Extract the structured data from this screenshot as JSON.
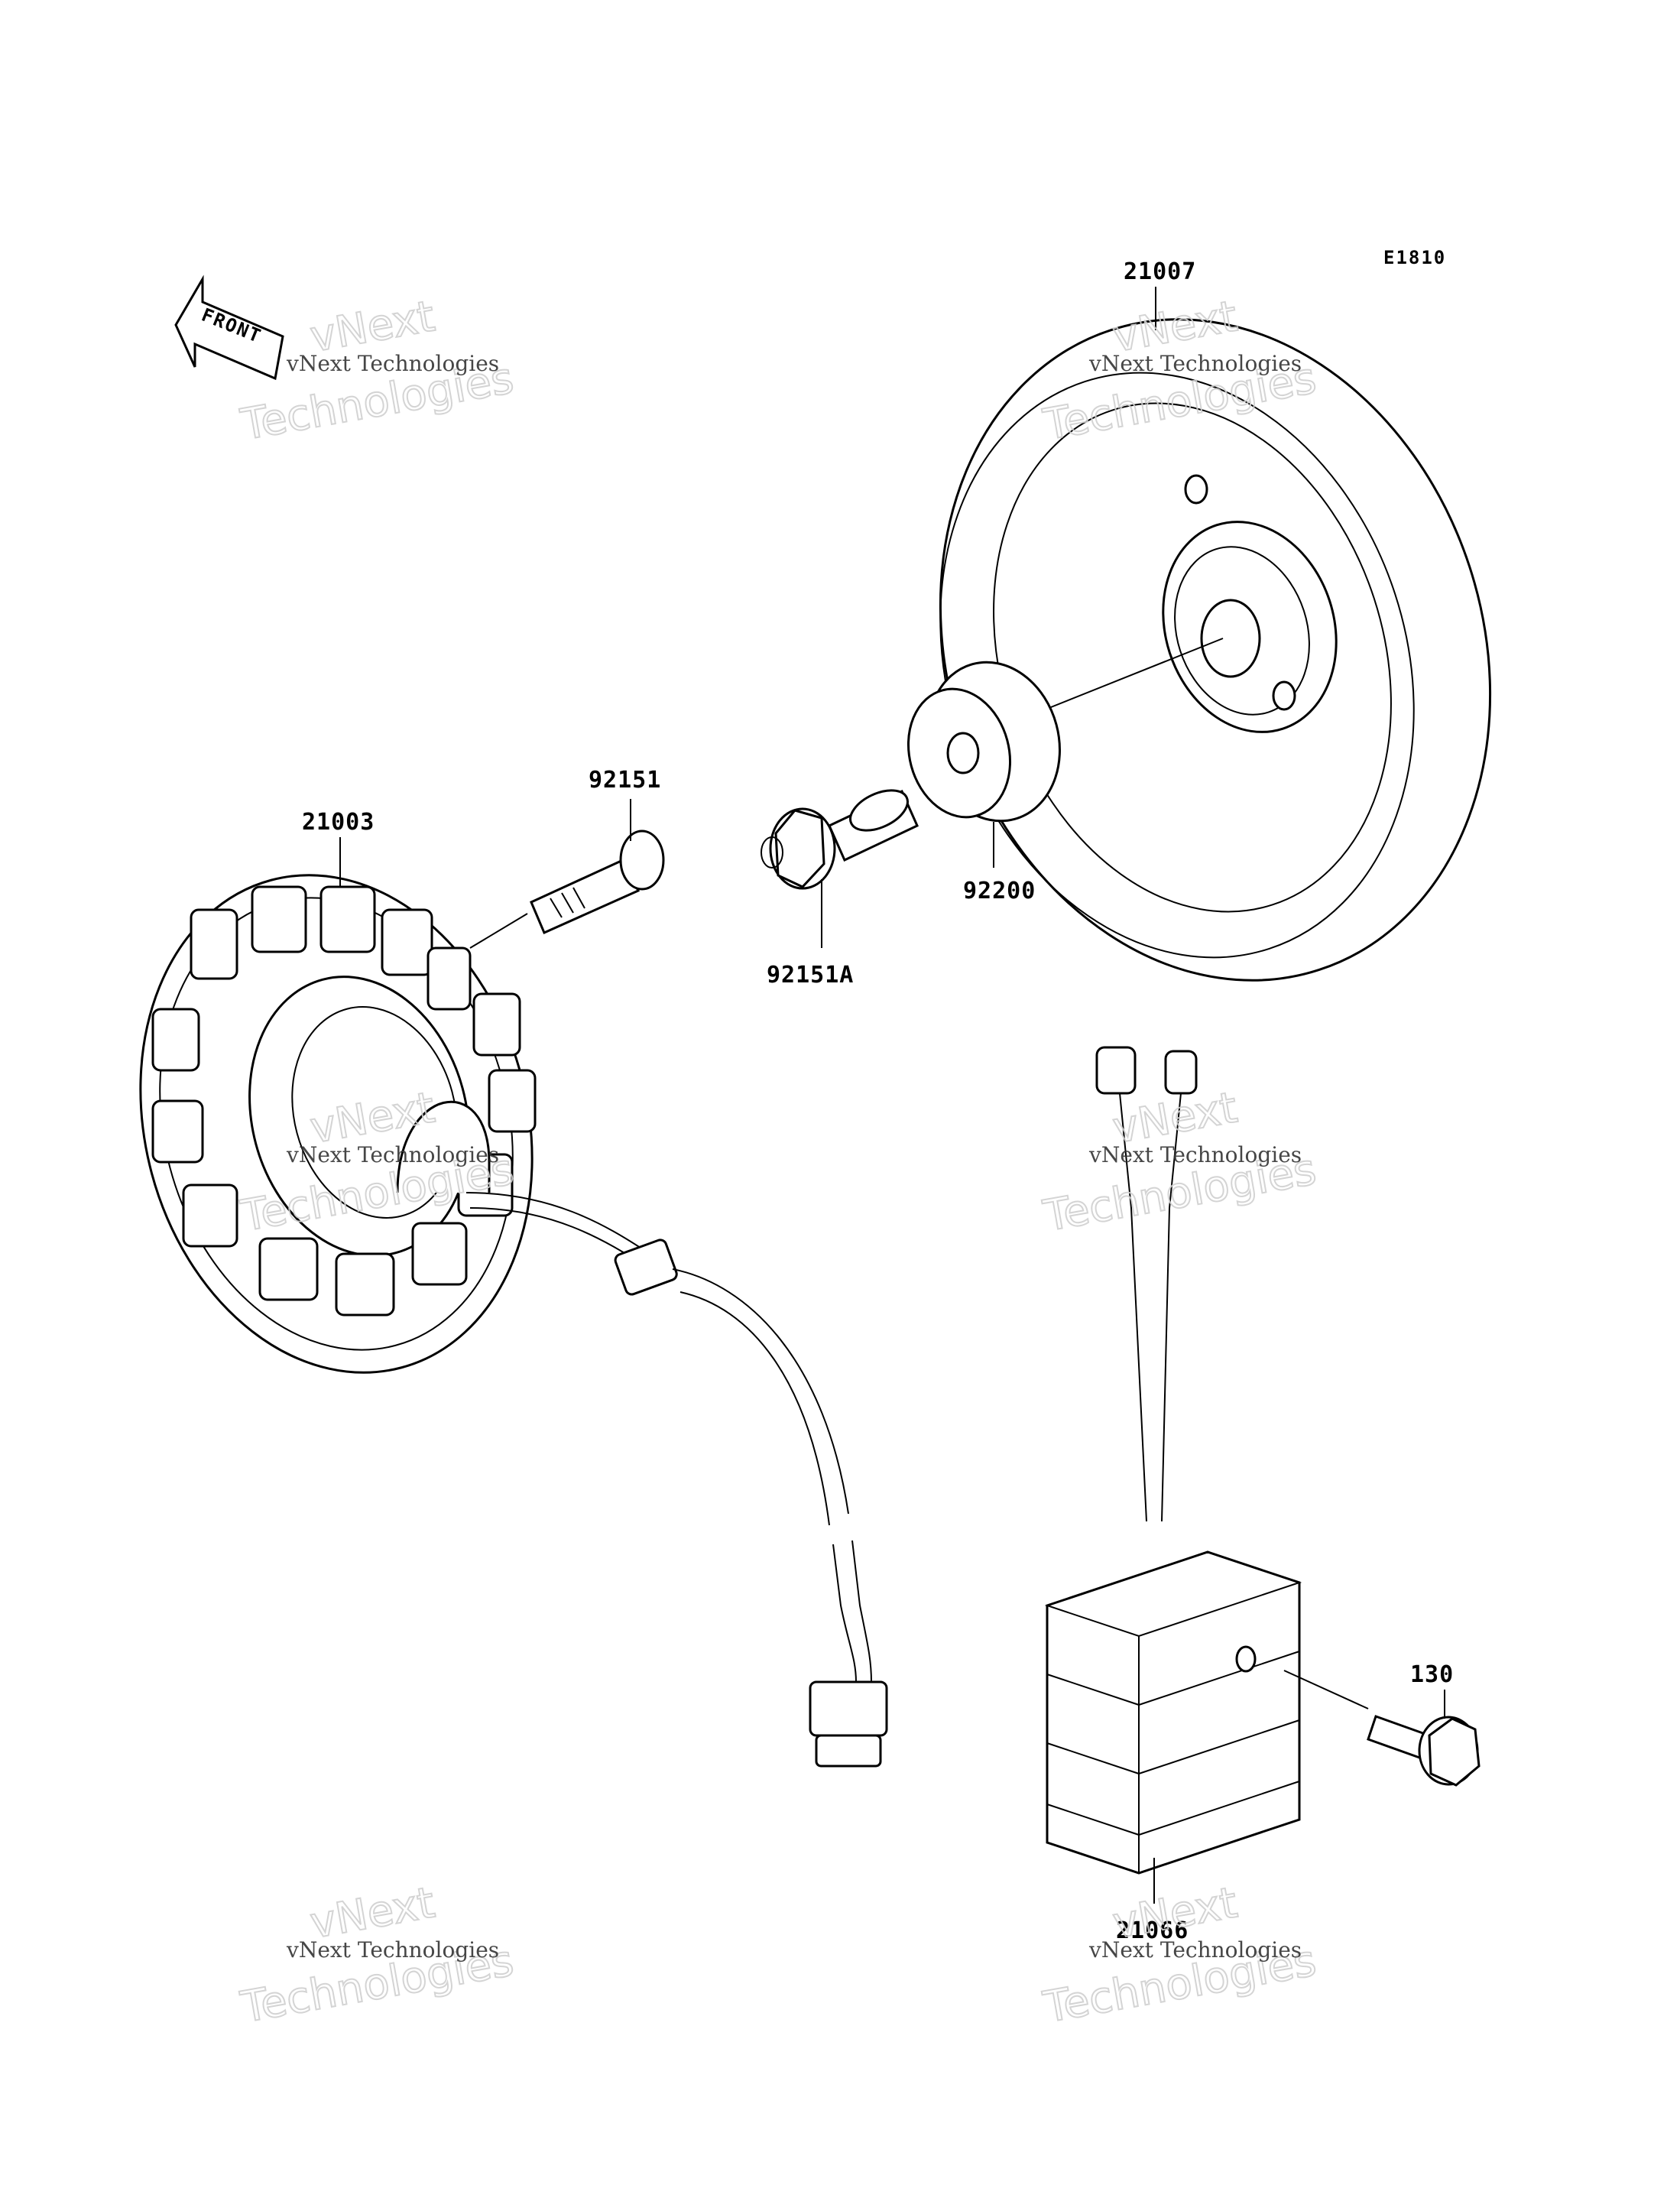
{
  "diagram": {
    "code": "E1810",
    "front_label": "FRONT",
    "watermark": {
      "brand": "vNext",
      "line": "vNext Technologies",
      "large": "Technologies"
    },
    "parts": [
      {
        "id": "21007",
        "name": "flywheel"
      },
      {
        "id": "92200",
        "name": "washer"
      },
      {
        "id": "92151A",
        "name": "flange-bolt"
      },
      {
        "id": "92151",
        "name": "stator-bolt"
      },
      {
        "id": "21003",
        "name": "stator"
      },
      {
        "id": "130",
        "name": "regulator-bolt"
      },
      {
        "id": "21066",
        "name": "regulator"
      }
    ]
  }
}
